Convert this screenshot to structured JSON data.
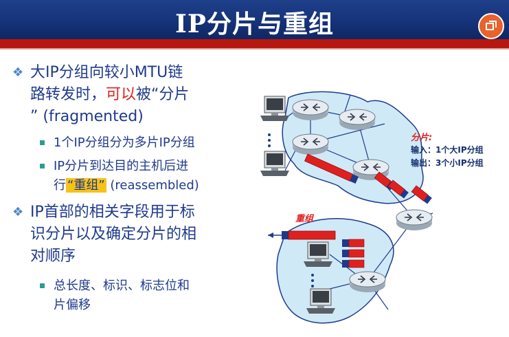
{
  "header": {
    "title": "IP分片与重组",
    "logo_icon": "orange-circle-logo-icon"
  },
  "bullets": [
    {
      "level": 1,
      "parts": [
        "大IP分组向较小MTU链",
        "路转发时，",
        "可以",
        "被“分片",
        "” (fragmented)"
      ]
    },
    {
      "level": 2,
      "text": "1个IP分组分为多片IP分组"
    },
    {
      "level": 2,
      "parts": [
        "IP分片到达目的主机后进",
        "行",
        "“重组”",
        " (reassembled)"
      ]
    },
    {
      "level": 1,
      "lines": [
        "IP首部的相关字段用于标",
        "识分片以及确定分片的相",
        "对顺序"
      ]
    },
    {
      "level": 2,
      "lines": [
        "总长度、标识、标志位和",
        "片偏移"
      ]
    }
  ],
  "diagram": {
    "fragment_label": "分片:",
    "input_label": "输入：1个大IP分组",
    "output_label": "输出：3个小IP分组",
    "reassemble_label": "重组",
    "colors": {
      "packet_red": "#e02020",
      "packet_blue": "#1f3a8c",
      "network_fill": "#cfe9f7"
    }
  }
}
